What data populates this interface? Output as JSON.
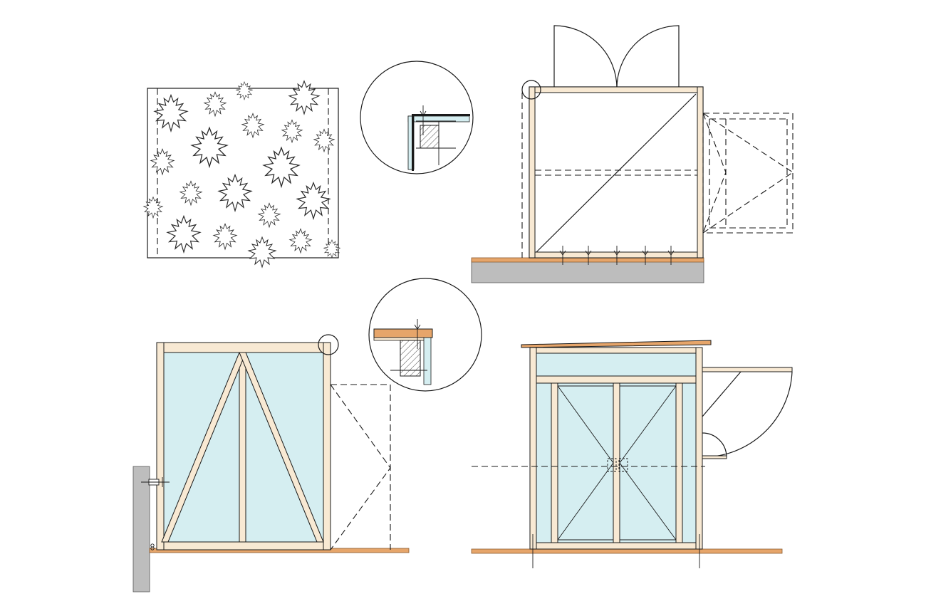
{
  "drawing": {
    "views": [
      {
        "name": "snowflake-panel"
      },
      {
        "name": "corner-detail-top"
      },
      {
        "name": "plan-view"
      },
      {
        "name": "corner-detail-bottom"
      },
      {
        "name": "side-elevation"
      },
      {
        "name": "front-elevation"
      }
    ]
  },
  "palette": {
    "glass": "#d5eef1",
    "timber": "#f8e9d3",
    "floor": "#e6a56a",
    "ground": "#bdbdbd",
    "line": "#1a1a1a"
  }
}
